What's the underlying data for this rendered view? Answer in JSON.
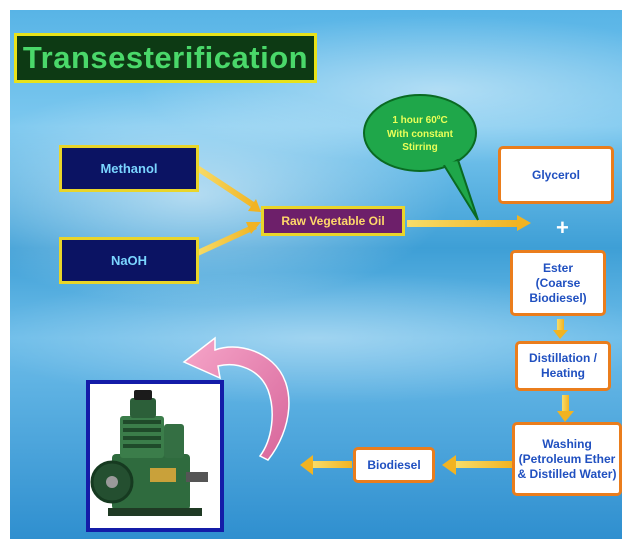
{
  "title": "Transesterification",
  "inputs": {
    "methanol": "Methanol",
    "naoh": "NaOH"
  },
  "raw_oil": "Raw Vegetable Oil",
  "condition": {
    "line1": "1 hour 60ºC",
    "line2": "With constant",
    "line3": "Stirring"
  },
  "products": {
    "glycerol": "Glycerol",
    "plus": "+",
    "ester": {
      "line1": "Ester",
      "line2": "(Coarse",
      "line3": "Biodiesel)"
    }
  },
  "distillation": {
    "line1": "Distillation /",
    "line2": "Heating"
  },
  "washing": {
    "line1": "Washing",
    "line2": "(Petroleum Ether",
    "line3": "& Distilled Water)"
  },
  "biodiesel": "Biodiesel",
  "image": {
    "subject": "diesel-engine"
  },
  "colors": {
    "title_bg": "#0d3a14",
    "title_text": "#4ad86a",
    "box_border": "#ea7d1c",
    "arrow": "#f3c23a",
    "callout": "#1fa74a"
  }
}
